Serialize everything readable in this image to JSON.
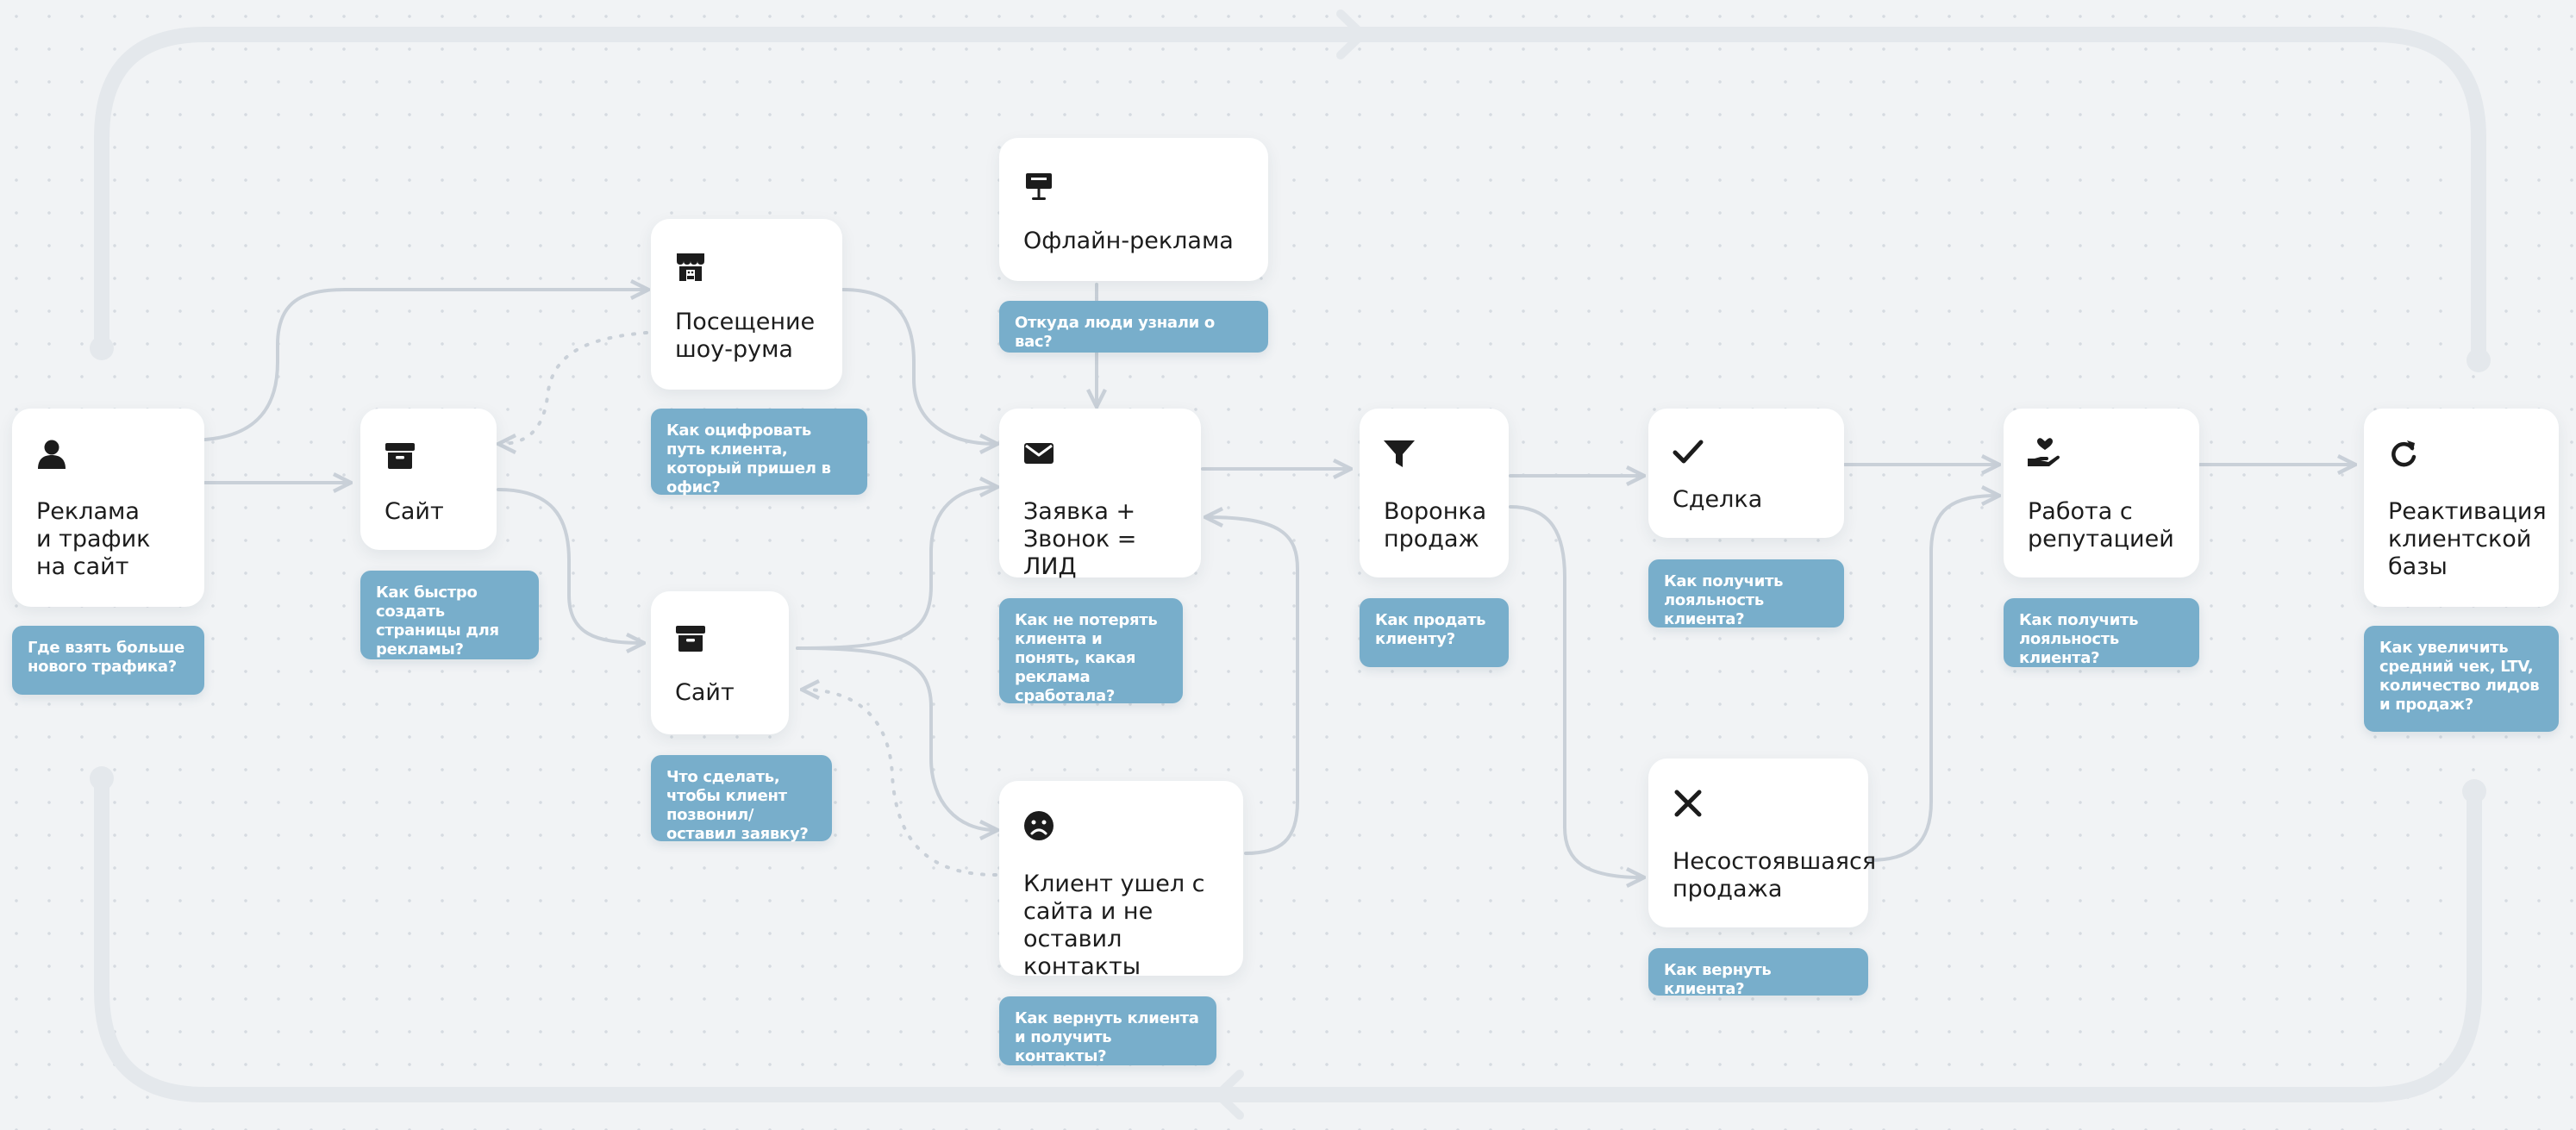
{
  "nodes": {
    "ads": {
      "label": "Реклама\nи трафик\nна сайт",
      "icon": "user-icon",
      "note": "Где взять больше нового трафика?"
    },
    "site1": {
      "label": "Сайт",
      "icon": "archive-box-icon",
      "note": "Как быстро создать страницы для рекламы?"
    },
    "showroom": {
      "label": "Посещение\nшоу-рума",
      "icon": "storefront-icon",
      "note": "Как оцифровать путь клиента, который пришел в офис?"
    },
    "site2": {
      "label": "Сайт",
      "icon": "archive-box-icon",
      "note": "Что сделать, чтобы клиент позвонил/ оставил заявку?"
    },
    "offline": {
      "label": "Офлайн-реклама",
      "icon": "billboard-icon",
      "note": "Откуда люди узнали о вас?"
    },
    "lead": {
      "label": "Заявка +\nЗвонок = ЛИД",
      "icon": "envelope-icon",
      "note": "Как не потерять клиента и понять, какая реклама сработала?"
    },
    "left": {
      "label": "Клиент ушел с\nсайта и не\nоставил контакты",
      "icon": "sad-face-icon",
      "note": "Как вернуть клиента и получить контакты?"
    },
    "funnel": {
      "label": "Воронка\nпродаж",
      "icon": "funnel-icon",
      "note": "Как продать клиенту?"
    },
    "deal": {
      "label": "Сделка",
      "icon": "checkmark-icon",
      "note": "Как получить лояльность клиента?"
    },
    "failed": {
      "label": "Несостоявшаяся\nпродажа",
      "icon": "cross-icon",
      "note": "Как вернуть клиента?"
    },
    "reputation": {
      "label": "Работа с\nрепутацией",
      "icon": "heart-hand-icon",
      "note": "Как получить лояльность клиента?"
    },
    "reactivation": {
      "label": "Реактивация\nклиентской\nбазы",
      "icon": "refresh-icon",
      "note": "Как увеличить средний чек, LTV, количество лидов и продаж?"
    }
  },
  "colors": {
    "background": "#f1f3f5",
    "card": "#ffffff",
    "note": "#78aecb",
    "connector": "#c9d0d8",
    "loop": "#e4e8ec",
    "text": "#1c1c1c"
  }
}
